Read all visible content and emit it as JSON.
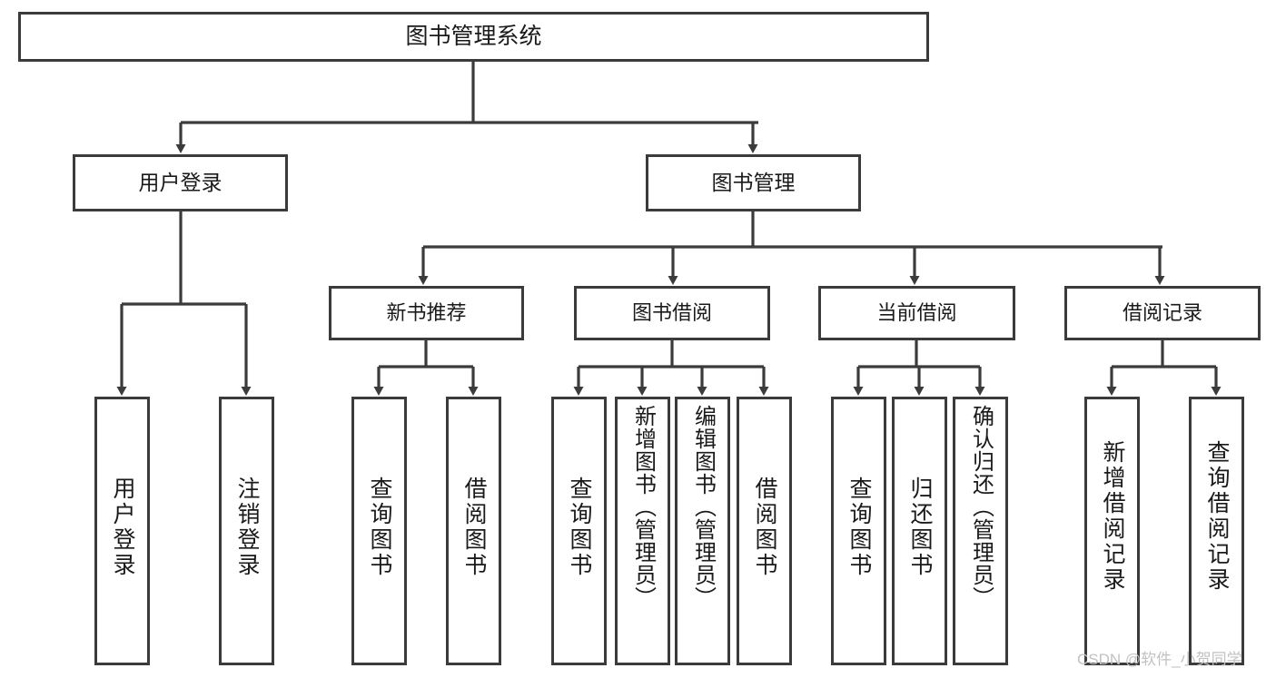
{
  "diagram": {
    "title": "图书管理系统",
    "type": "tree-hierarchy",
    "watermark": "CSDN @软件_小贺同学",
    "colors": {
      "stroke": "#3b3b3b",
      "fill": "#ffffff",
      "text": "#1a1a1a",
      "watermark": "#c2c2c2"
    },
    "root": {
      "label": "图书管理系统"
    },
    "level2": [
      {
        "label": "用户登录"
      },
      {
        "label": "图书管理"
      }
    ],
    "level3": [
      {
        "label": "新书推荐"
      },
      {
        "label": "图书借阅"
      },
      {
        "label": "当前借阅"
      },
      {
        "label": "借阅记录"
      }
    ],
    "leaves": {
      "user_login": [
        {
          "label": "用户登录"
        },
        {
          "label": "注销登录"
        }
      ],
      "new_book_recommend": [
        {
          "label": "查询图书"
        },
        {
          "label": "借阅图书"
        }
      ],
      "book_borrow": [
        {
          "label": "查询图书"
        },
        {
          "label": "新增图书（管理员）"
        },
        {
          "label": "编辑图书（管理员）"
        },
        {
          "label": "借阅图书"
        }
      ],
      "current_borrow": [
        {
          "label": "查询图书"
        },
        {
          "label": "归还图书"
        },
        {
          "label": "确认归还（管理员）"
        }
      ],
      "borrow_record": [
        {
          "label": "新增借阅记录"
        },
        {
          "label": "查询借阅记录"
        }
      ]
    }
  }
}
